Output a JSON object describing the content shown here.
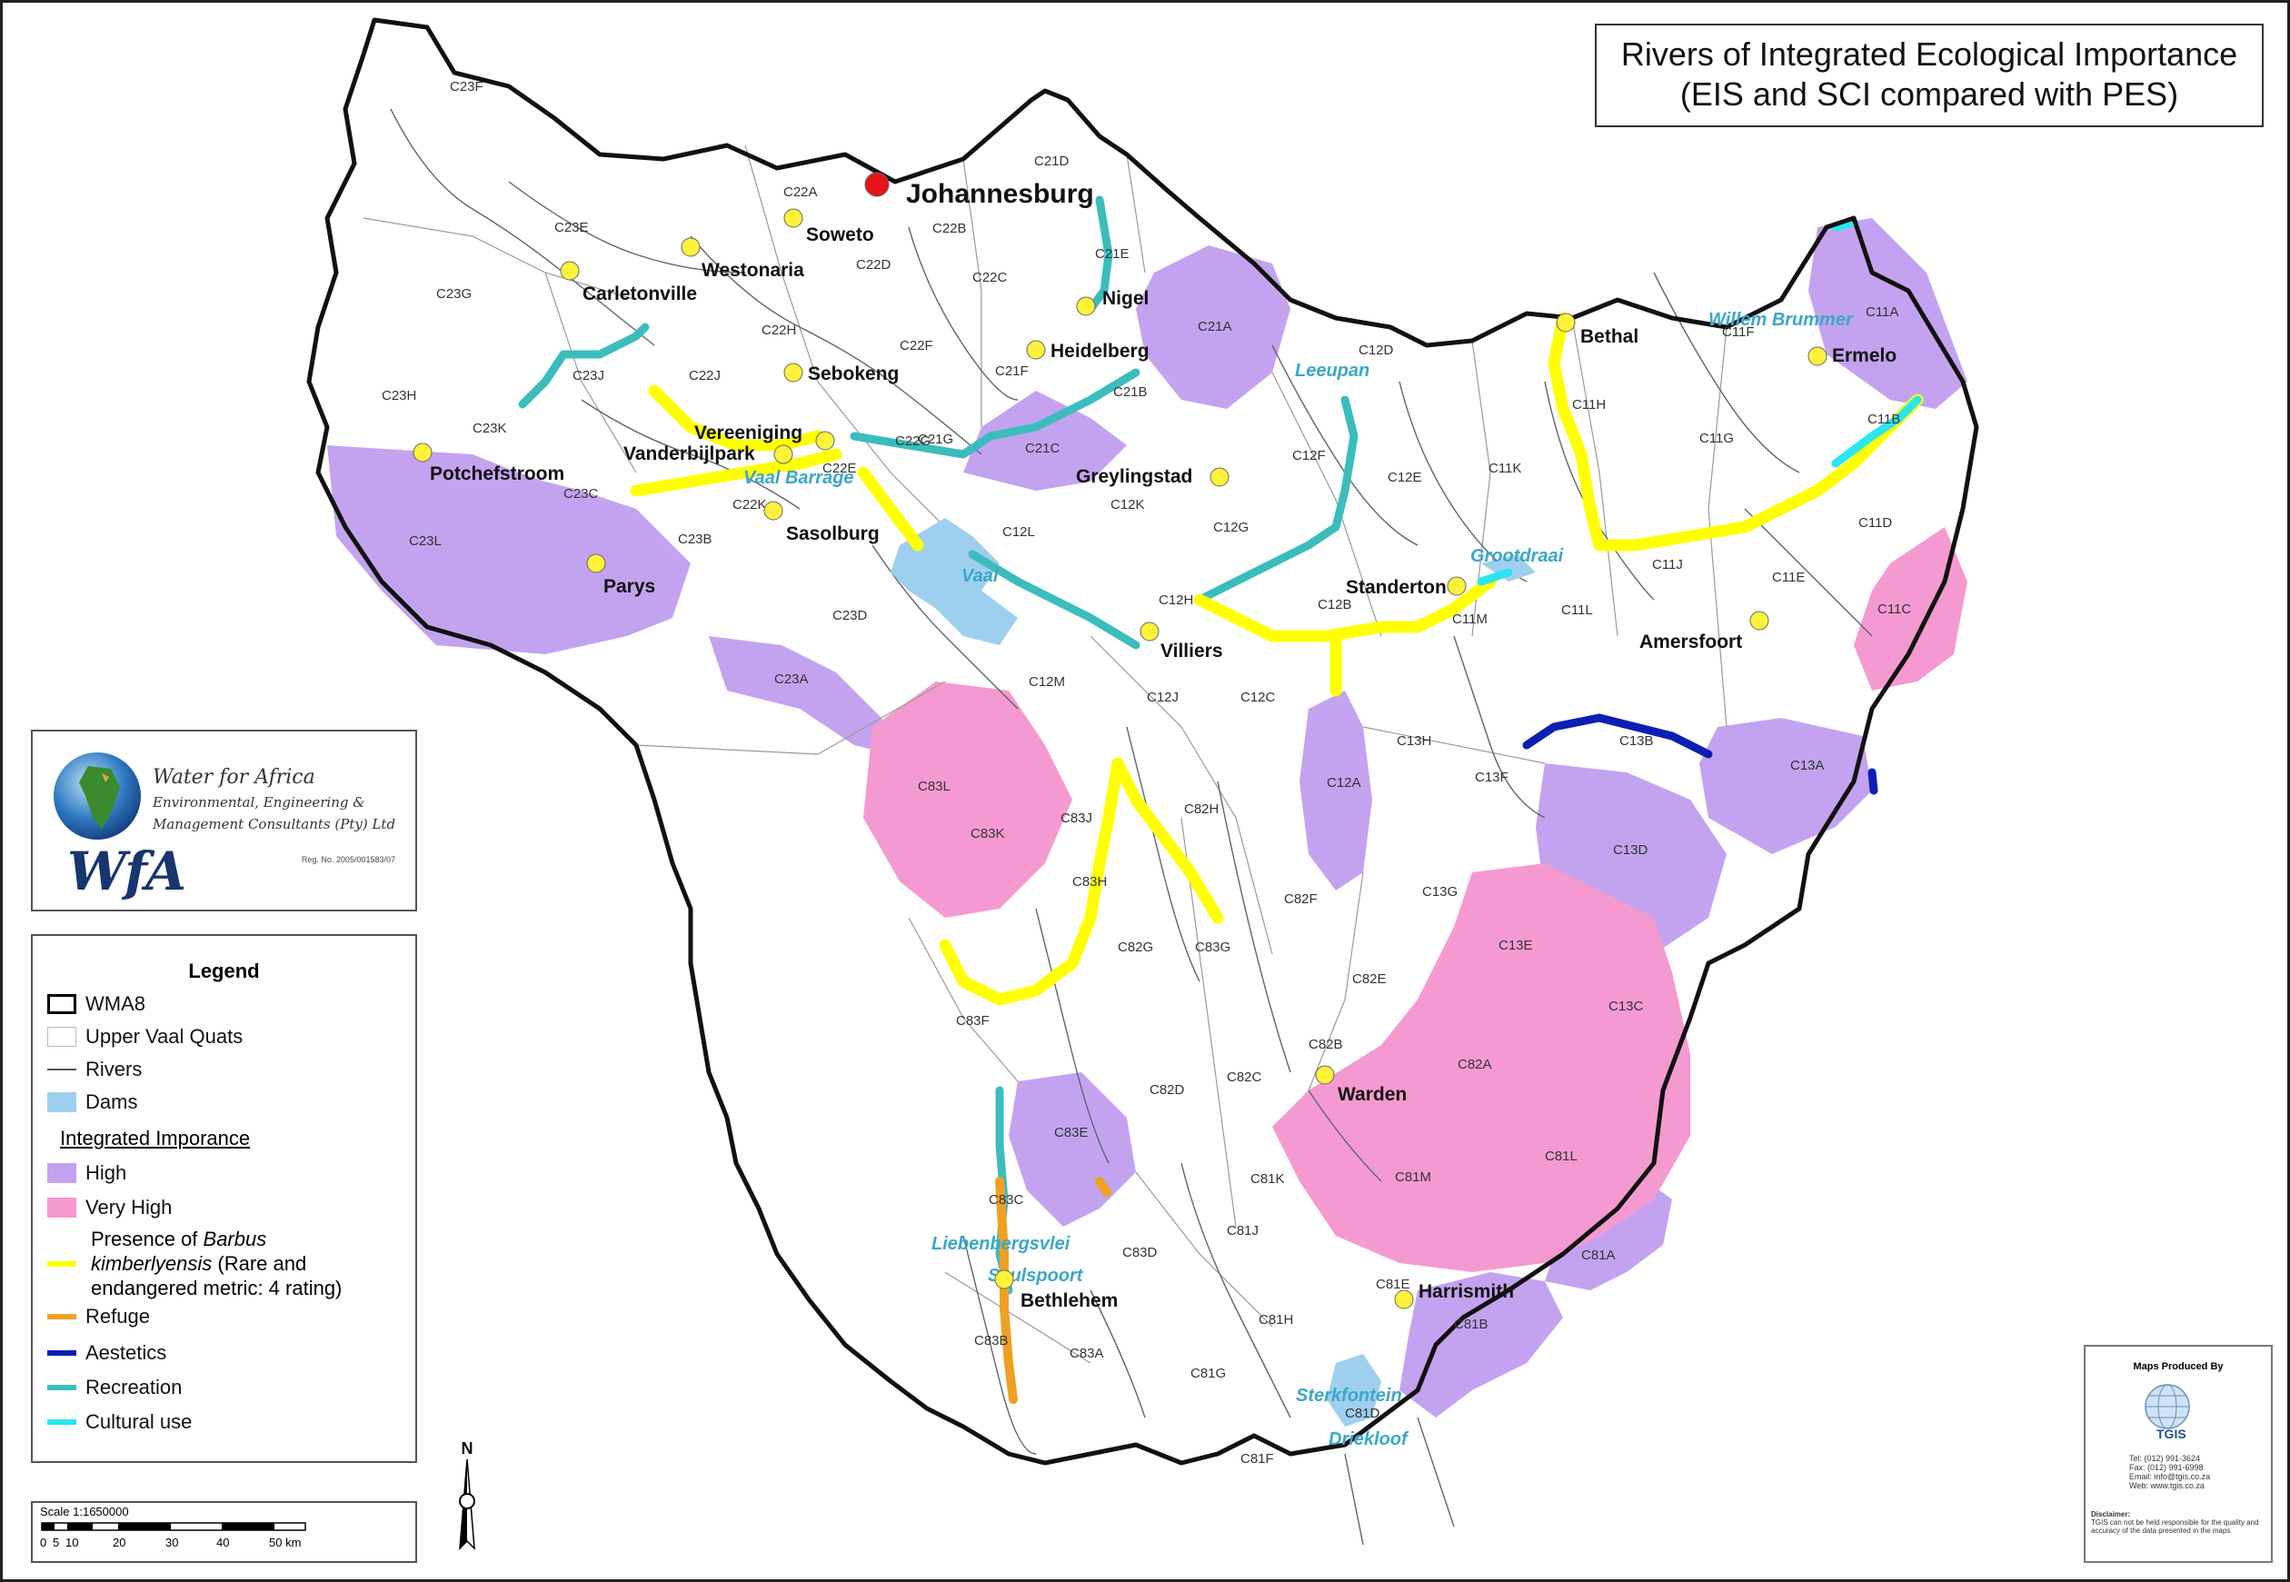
{
  "title": {
    "line1": "Rivers of Integrated Ecological Importance",
    "line2": "(EIS and SCI compared with PES)"
  },
  "legend": {
    "title": "Legend",
    "items": [
      {
        "label": "WMA8",
        "kind": "box-outline",
        "color": "#000000"
      },
      {
        "label": "Upper Vaal Quats",
        "kind": "box-outline",
        "color": "#bbbbbb"
      },
      {
        "label": "Rivers",
        "kind": "line",
        "color": "#555555"
      },
      {
        "label": "Dams",
        "kind": "fill",
        "color": "#9fcfee"
      }
    ],
    "subtitle": "Integrated Imporance",
    "importance": [
      {
        "label": "High",
        "kind": "fill",
        "color": "#c3a3ef"
      },
      {
        "label": "Very High",
        "kind": "fill",
        "color": "#f59ad0"
      }
    ],
    "barbus": {
      "line1": "Presence of ",
      "line1_italic": "Barbus",
      "line2_italic": "kimberlyensis",
      "line2": " (Rare and",
      "line3": "endangered metric: 4 rating)",
      "color": "#ffff00"
    },
    "uses": [
      {
        "label": "Refuge",
        "color": "#f0a020"
      },
      {
        "label": "Aestetics",
        "color": "#0a1fb4"
      },
      {
        "label": "Recreation",
        "color": "#3bbdbd"
      },
      {
        "label": "Cultural use",
        "color": "#29e6f0"
      }
    ]
  },
  "logo": {
    "line1": "Water for Africa",
    "line2": "Environmental, Engineering &",
    "line3": "Management Consultants (Pty) Ltd",
    "reg": "Reg. No. 2005/001583/07",
    "mark": "WfA"
  },
  "scale": {
    "label": "Scale 1:1650000",
    "ticks": [
      "0",
      "5",
      "10",
      "20",
      "30",
      "40",
      "50 km"
    ]
  },
  "north": "N",
  "producer": {
    "heading": "Maps Produced By",
    "name": "TGIS",
    "tel": "Tel:     (012) 991-3624",
    "fax": "Fax:    (012) 991-6998",
    "email": "Email: info@tgis.co.za",
    "web": "Web:   www.tgis.co.za",
    "disclaimer_title": "Disclaimer:",
    "disclaimer": "TGIS can not be held responsible for the quality and accuracy of the data presented in the maps"
  },
  "colors": {
    "high": "#c3a3ef",
    "very_high": "#f59ad0",
    "barbus": "#ffff00",
    "refuge": "#f0a020",
    "aestetics": "#0a1fb4",
    "recreation": "#3bbdbd",
    "cultural": "#29e6f0",
    "dams": "#9fcfee",
    "town": "#fff23a",
    "capital": "#e8141c"
  },
  "places": [
    {
      "name": "Johannesburg",
      "type": "capital"
    },
    {
      "name": "Soweto",
      "type": "town"
    },
    {
      "name": "Westonaria",
      "type": "town"
    },
    {
      "name": "Carletonville",
      "type": "town"
    },
    {
      "name": "Nigel",
      "type": "town"
    },
    {
      "name": "Heidelberg",
      "type": "town"
    },
    {
      "name": "Sebokeng",
      "type": "town"
    },
    {
      "name": "Vereeniging",
      "type": "town"
    },
    {
      "name": "Vanderbijlpark",
      "type": "town"
    },
    {
      "name": "Potchefstroom",
      "type": "town"
    },
    {
      "name": "Sasolburg",
      "type": "town"
    },
    {
      "name": "Parys",
      "type": "town"
    },
    {
      "name": "Greylingstad",
      "type": "town"
    },
    {
      "name": "Villiers",
      "type": "town"
    },
    {
      "name": "Standerton",
      "type": "town"
    },
    {
      "name": "Bethal",
      "type": "town"
    },
    {
      "name": "Ermelo",
      "type": "town"
    },
    {
      "name": "Amersfoort",
      "type": "town"
    },
    {
      "name": "Warden",
      "type": "town"
    },
    {
      "name": "Harrismith",
      "type": "town"
    },
    {
      "name": "Bethlehem",
      "type": "town"
    }
  ],
  "dams": [
    "Vaal Barrage",
    "Vaal",
    "Leeupan",
    "Grootdraai",
    "Willem Brummer",
    "Liebenbergsvlei",
    "Saulspoort",
    "Sterkfontein",
    "Driekloof"
  ],
  "quats": [
    "C23F",
    "C23E",
    "C23G",
    "C23H",
    "C23J",
    "C23K",
    "C23L",
    "C23C",
    "C23B",
    "C23D",
    "C23A",
    "C22A",
    "C22D",
    "C22H",
    "C22J",
    "C22E",
    "C22B",
    "C22C",
    "C22F",
    "C22K",
    "C22G",
    "C21D",
    "C21E",
    "C21A",
    "C21F",
    "C21B",
    "C21G",
    "C21C",
    "C12D",
    "C12E",
    "C12F",
    "C12G",
    "C12H",
    "C12B",
    "C12L",
    "C12K",
    "C12J",
    "C12C",
    "C12M",
    "C12A",
    "C11A",
    "C11F",
    "C11H",
    "C11G",
    "C11K",
    "C11B",
    "C11D",
    "C11C",
    "C11J",
    "C11L",
    "C11M",
    "C11E",
    "C13H",
    "C13B",
    "C13A",
    "C13F",
    "C13D",
    "C13G",
    "C13E",
    "C13C",
    "C83L",
    "C83K",
    "C83J",
    "C83H",
    "C83G",
    "C83F",
    "C83E",
    "C83C",
    "C83D",
    "C83B",
    "C83A",
    "C82H",
    "C82F",
    "C82G",
    "C82E",
    "C82B",
    "C82A",
    "C82C",
    "C82D",
    "C81M",
    "C81L",
    "C81K",
    "C81J",
    "C81A",
    "C81E",
    "C81B",
    "C81H",
    "C81G",
    "C81D",
    "C81F"
  ]
}
